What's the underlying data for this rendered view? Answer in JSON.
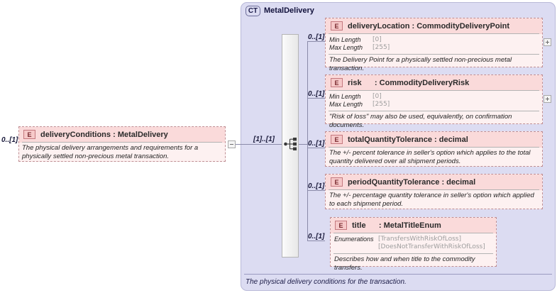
{
  "complex_type": {
    "badge": "CT",
    "name": "MetalDelivery",
    "footer_note": "The physical delivery conditions for the transaction."
  },
  "root_element": {
    "badge": "E",
    "cardinality": "0..[1]",
    "name": "deliveryConditions",
    "separator": ":",
    "type": "MetalDelivery",
    "description": "The physical delivery arrangements and requirements for a physically settled non-precious metal transaction.",
    "toggle": "minus"
  },
  "group": {
    "cardinality": "[1]..[1]",
    "icon": "sequence-icon"
  },
  "children": [
    {
      "badge": "E",
      "cardinality": "0..[1]",
      "name": "deliveryLocation",
      "separator": ":",
      "type": "CommodityDeliveryPoint",
      "facets": [
        {
          "label": "Min Length",
          "value": "[0]"
        },
        {
          "label": "Max Length",
          "value": "[255]"
        }
      ],
      "description": "The Delivery Point for a physically settled non-precious metal transaction.",
      "toggle": "plus"
    },
    {
      "badge": "E",
      "cardinality": "0..[1]",
      "name": "risk",
      "separator": ":",
      "type": "CommodityDeliveryRisk",
      "facets": [
        {
          "label": "Min Length",
          "value": "[0]"
        },
        {
          "label": "Max Length",
          "value": "[255]"
        }
      ],
      "description": "\"Risk of loss\" may also be used, equivalently, on confirmation documents.",
      "toggle": "plus"
    },
    {
      "badge": "E",
      "cardinality": "0..[1]",
      "name": "totalQuantityTolerance",
      "separator": ":",
      "type": "decimal",
      "facets": [],
      "description": "The +/- percent tolerance in seller's option which applies to the total quantity delivered over all shipment periods.",
      "toggle": null
    },
    {
      "badge": "E",
      "cardinality": "0..[1]",
      "name": "periodQuantityTolerance",
      "separator": ":",
      "type": "decimal",
      "facets": [],
      "description": "The +/- percentage quantity tolerance in seller's option which applied to each shipment period.",
      "toggle": null
    },
    {
      "badge": "E",
      "cardinality": "0..[1]",
      "name": "title",
      "separator": ":",
      "type": "MetalTitleEnum",
      "facets": [
        {
          "label": "Enumerations",
          "value": "[TransfersWithRiskOfLoss]"
        },
        {
          "label": "",
          "value": "[DoesNotTransferWithRiskOfLoss]"
        }
      ],
      "description": "Describes how and when title to the commodity transfers.",
      "toggle": null
    }
  ],
  "colors": {
    "ct_fill": "#dcdcf2",
    "element_fill": "#fdf1f1",
    "element_header_fill": "#fadada",
    "badge_fill": "#f6c9c9",
    "line": "#8a8aa8"
  }
}
